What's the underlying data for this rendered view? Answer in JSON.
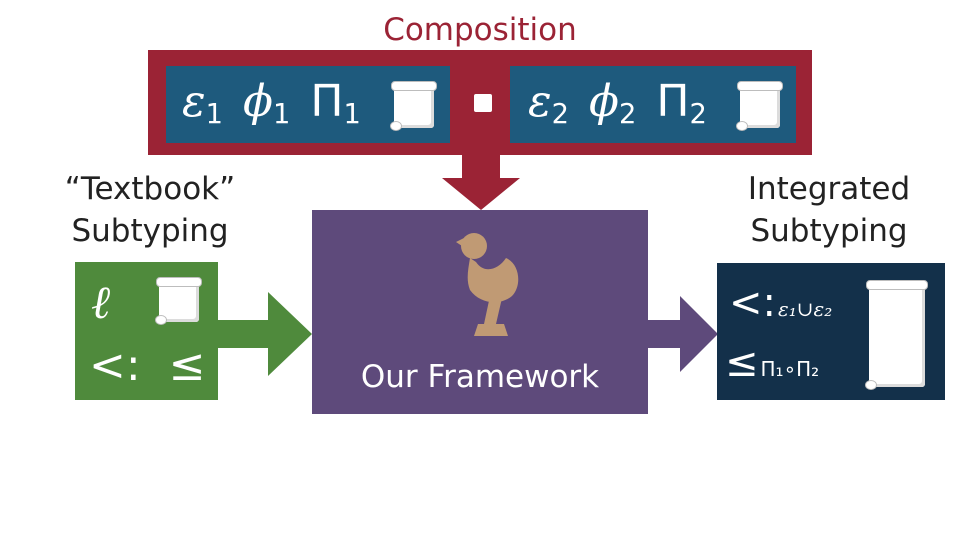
{
  "composition": {
    "title": "Composition",
    "left_box": {
      "effect": "ε",
      "effect_sub": "1",
      "phi": "ϕ",
      "phi_sub": "1",
      "pi": "Π",
      "pi_sub": "1"
    },
    "right_box": {
      "effect": "ε",
      "effect_sub": "2",
      "phi": "ϕ",
      "phi_sub": "2",
      "pi": "Π",
      "pi_sub": "2"
    }
  },
  "textbook": {
    "label_line1": "“Textbook”",
    "label_line2": "Subtyping",
    "ell": "ℓ",
    "subtype_symbol": "<:",
    "leq_symbol": "≤"
  },
  "framework": {
    "label": "Our Framework"
  },
  "integrated": {
    "label_line1": "Integrated",
    "label_line2": "Subtyping",
    "row1_symbol": "<:",
    "row1_sub": "ε₁∪ε₂",
    "row2_symbol": "≤",
    "row2_sub": "Π₁∘Π₂"
  },
  "colors": {
    "composition_frame": "#9b2335",
    "composition_box": "#1e5a7d",
    "textbook_box": "#4f8a3c",
    "framework_box": "#5e4a7b",
    "integrated_box": "#13304a",
    "label_text": "#222222"
  }
}
